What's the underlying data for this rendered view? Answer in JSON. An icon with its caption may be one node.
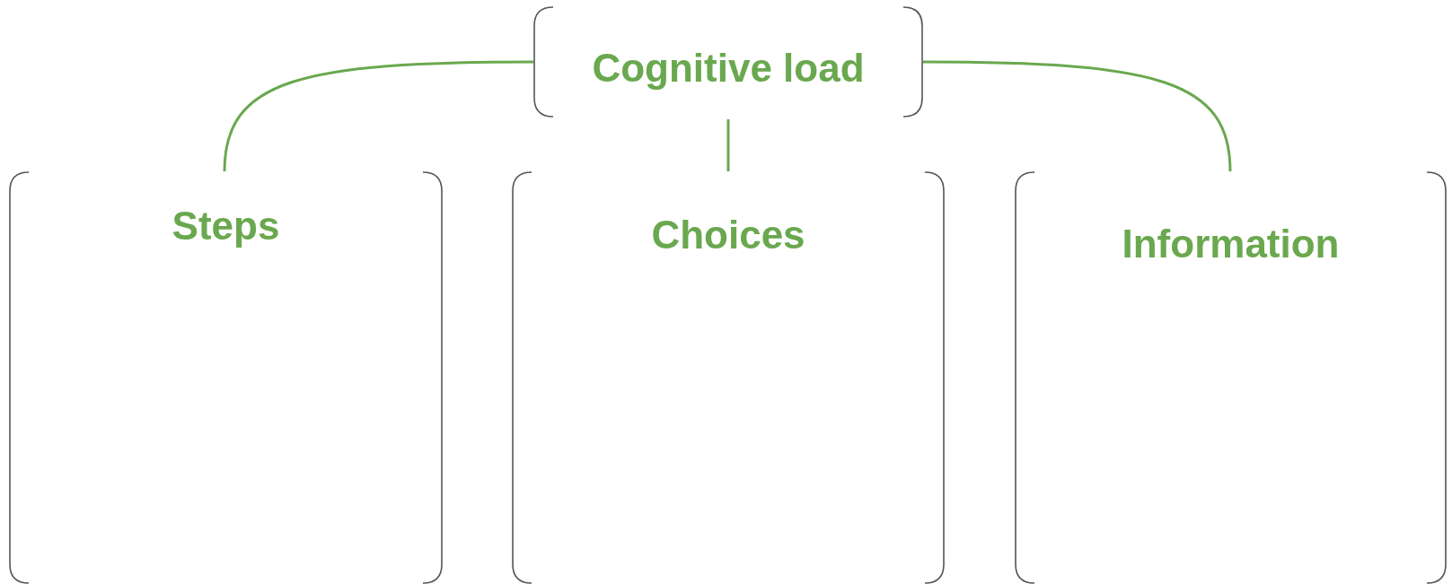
{
  "diagram": {
    "nodes": [
      {
        "text": [
          "Cognitive load"
        ]
      },
      {
        "text": [
          "Steps"
        ]
      },
      {
        "text": [
          "Choices"
        ]
      },
      {
        "text": [
          "Information"
        ]
      }
    ],
    "edges": [
      {
        "from": 0,
        "to": 1,
        "arrow": "none"
      },
      {
        "from": 0,
        "to": 2,
        "arrow": "none"
      },
      {
        "from": 0,
        "to": 3,
        "arrow": "none"
      }
    ]
  }
}
